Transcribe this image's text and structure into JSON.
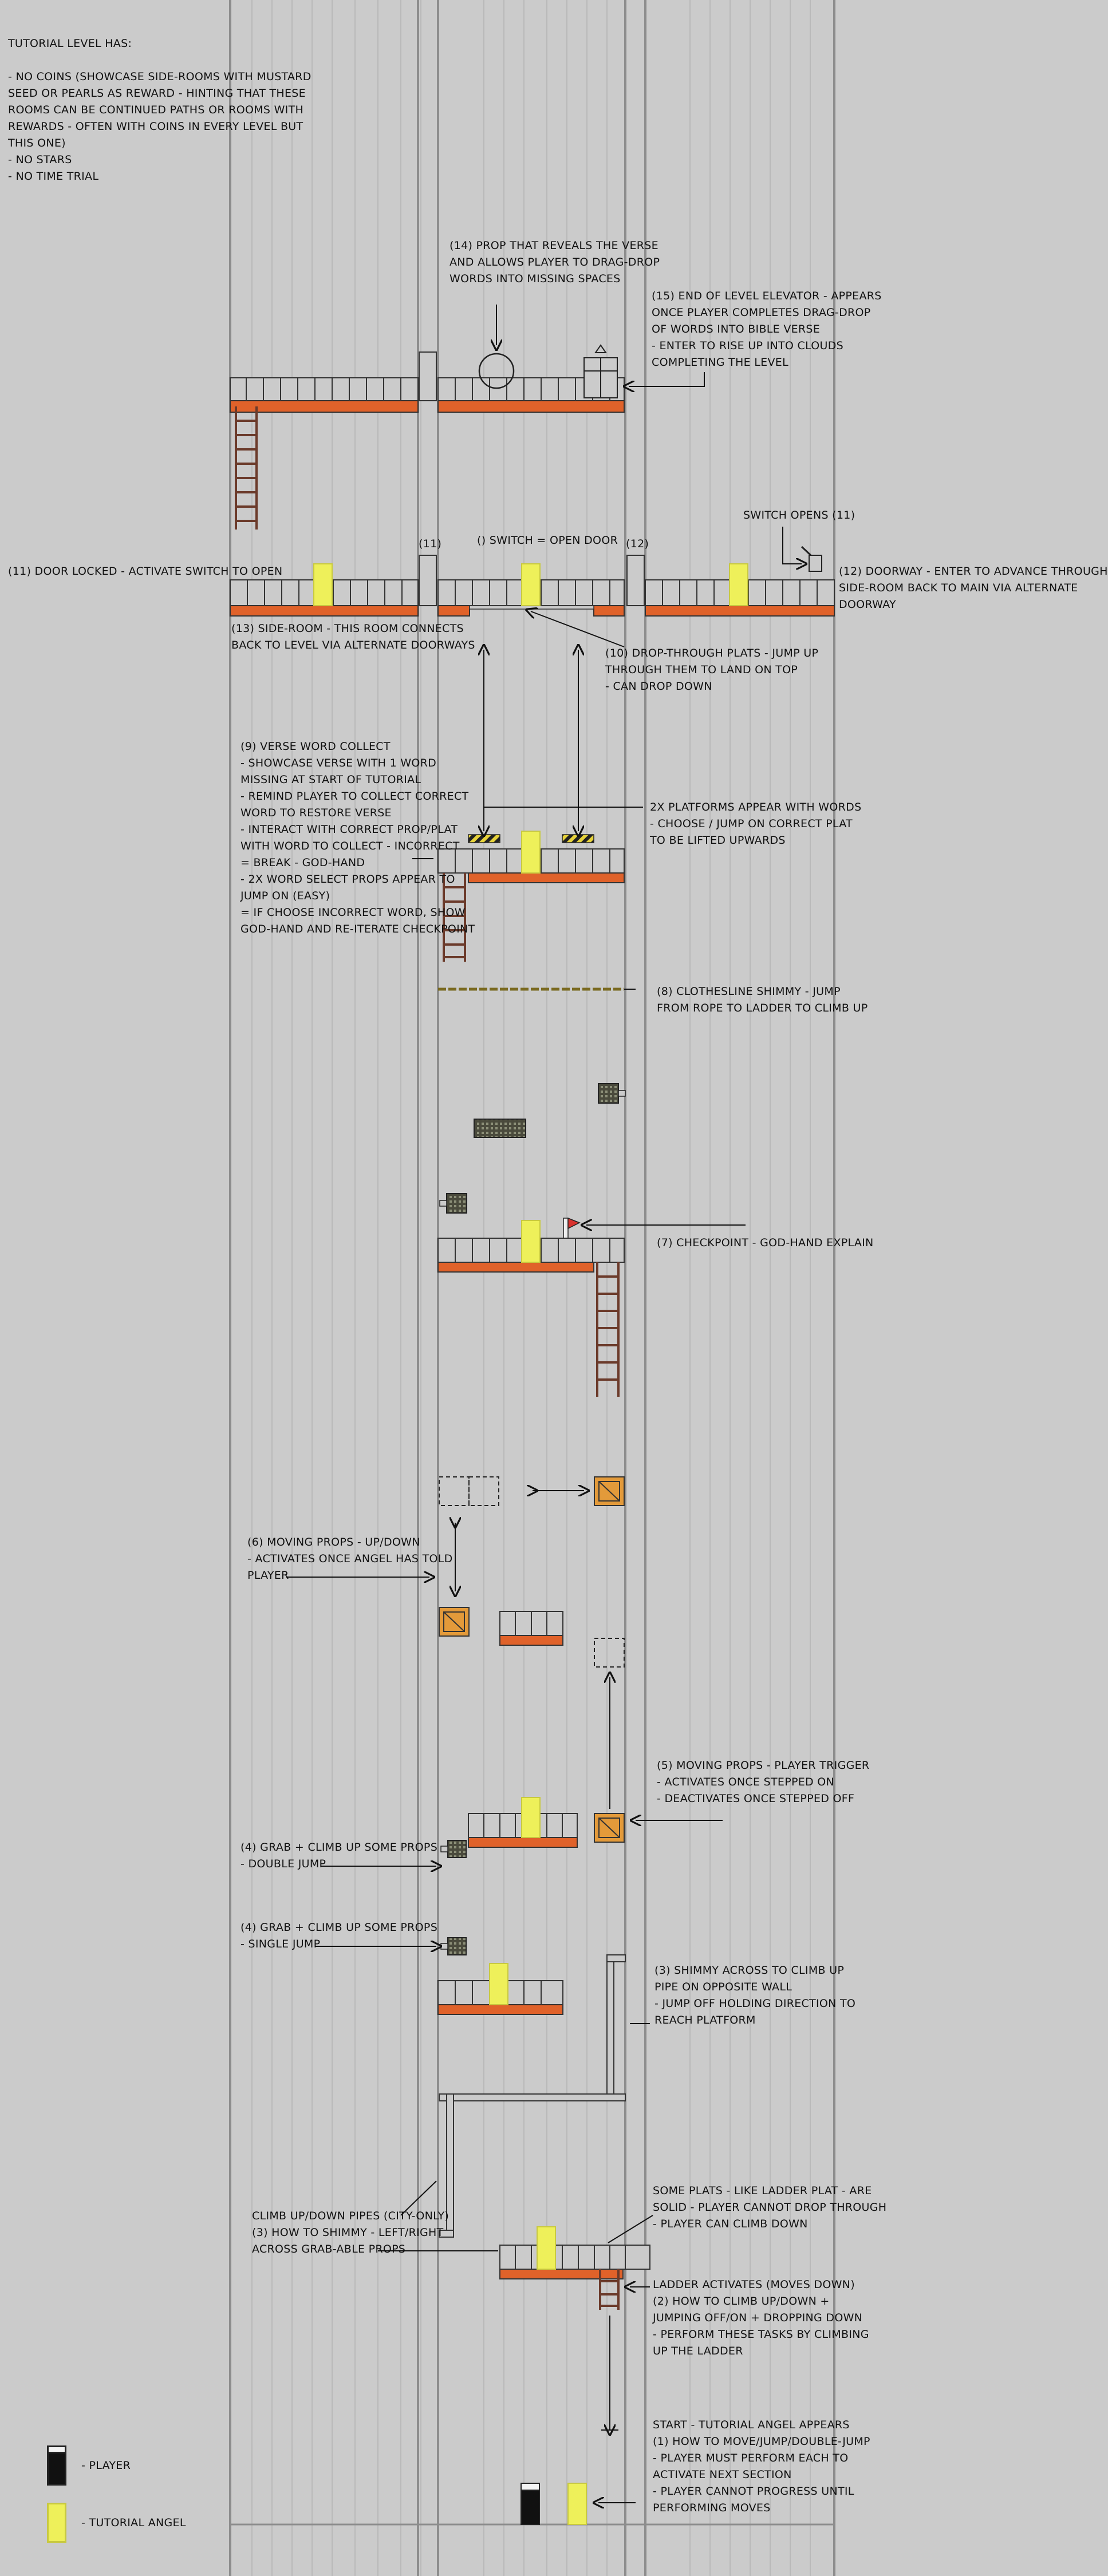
{
  "intro": {
    "title": "TUTORIAL LEVEL HAS:",
    "lines": [
      "- NO COINS (SHOWCASE SIDE-ROOMS WITH MUSTARD",
      "SEED OR PEARLS AS REWARD - HINTING THAT THESE",
      "ROOMS CAN BE CONTINUED PATHS OR ROOMS WITH",
      "REWARDS - OFTEN WITH COINS IN EVERY LEVEL BUT",
      "THIS ONE)",
      "- NO STARS",
      "- NO TIME TRIAL"
    ]
  },
  "legend": {
    "player": "- PLAYER",
    "angel": "- TUTORIAL ANGEL"
  },
  "colors": {
    "background": "#cbcbcb",
    "platform": "#e0622a",
    "angel": "#eef05a",
    "crate": "#e39a3a",
    "player": "#111111"
  },
  "notes": {
    "n14": "(14) PROP THAT REVEALS THE VERSE\nAND ALLOWS PLAYER TO DRAG-DROP\nWORDS INTO MISSING SPACES",
    "n15": "(15) END OF LEVEL ELEVATOR - APPEARS\nONCE PLAYER COMPLETES DRAG-DROP\nOF WORDS INTO BIBLE VERSE\n- ENTER TO RISE UP INTO CLOUDS\nCOMPLETING THE LEVEL",
    "n11": "(11) DOOR LOCKED - ACTIVATE SWITCH TO OPEN",
    "label11": "(11)",
    "switch": "() SWITCH = OPEN DOOR",
    "label12": "(12)",
    "switch_opens": "SWITCH OPENS (11)",
    "n12": "(12) DOORWAY - ENTER TO ADVANCE THROUGH\nSIDE-ROOM BACK TO MAIN VIA ALTERNATE\nDOORWAY",
    "n13": "(13) SIDE-ROOM - THIS ROOM CONNECTS\nBACK TO LEVEL VIA ALTERNATE DOORWAYS",
    "n10": "(10) DROP-THROUGH PLATS - JUMP UP\nTHROUGH THEM TO LAND ON TOP\n- CAN DROP DOWN",
    "n9": "(9) VERSE WORD COLLECT\n- SHOWCASE VERSE WITH 1 WORD\nMISSING AT START OF TUTORIAL\n- REMIND PLAYER TO COLLECT CORRECT\nWORD TO RESTORE VERSE\n- INTERACT WITH CORRECT PROP/PLAT\nWITH WORD TO COLLECT - INCORRECT\n= BREAK - GOD-HAND\n- 2X WORD SELECT PROPS APPEAR TO\nJUMP ON (EASY)\n= IF CHOOSE INCORRECT WORD, SHOW\nGOD-HAND AND RE-ITERATE CHECKPOINT",
    "n2x": "2X PLATFORMS APPEAR WITH WORDS\n- CHOOSE / JUMP ON CORRECT PLAT\nTO BE LIFTED UPWARDS",
    "n8": "(8) CLOTHESLINE SHIMMY - JUMP\nFROM ROPE TO LADDER TO CLIMB UP",
    "n7": "(7) CHECKPOINT - GOD-HAND EXPLAIN",
    "n6": "(6) MOVING PROPS - UP/DOWN\n- ACTIVATES ONCE ANGEL HAS TOLD\nPLAYER",
    "n5": "(5) MOVING PROPS - PLAYER TRIGGER\n- ACTIVATES ONCE STEPPED ON\n- DEACTIVATES ONCE STEPPED OFF",
    "n4a": "(4) GRAB + CLIMB UP SOME PROPS\n- DOUBLE JUMP",
    "n4b": "(4) GRAB + CLIMB UP SOME PROPS\n- SINGLE JUMP",
    "n3": "(3) SHIMMY ACROSS TO CLIMB UP\nPIPE ON OPPOSITE WALL\n- JUMP OFF HOLDING DIRECTION TO\nREACH PLATFORM",
    "nSolid": "SOME PLATS - LIKE LADDER PLAT - ARE\nSOLID - PLAYER CANNOT DROP THROUGH\n- PLAYER CAN CLIMB DOWN",
    "nPipes": "CLIMB UP/DOWN PIPES (CITY-ONLY)\n(3) HOW TO SHIMMY - LEFT/RIGHT\nACROSS GRAB-ABLE PROPS",
    "nLadder": "LADDER ACTIVATES (MOVES DOWN)\n(2) HOW TO CLIMB UP/DOWN +\nJUMPING OFF/ON + DROPPING DOWN\n- PERFORM THESE TASKS BY CLIMBING\nUP THE LADDER",
    "nStart": "START - TUTORIAL ANGEL APPEARS\n(1) HOW TO MOVE/JUMP/DOUBLE-JUMP\n- PLAYER MUST PERFORM EACH TO\nACTIVATE NEXT SECTION\n- PLAYER CANNOT PROGRESS UNTIL\nPERFORMING MOVES"
  }
}
